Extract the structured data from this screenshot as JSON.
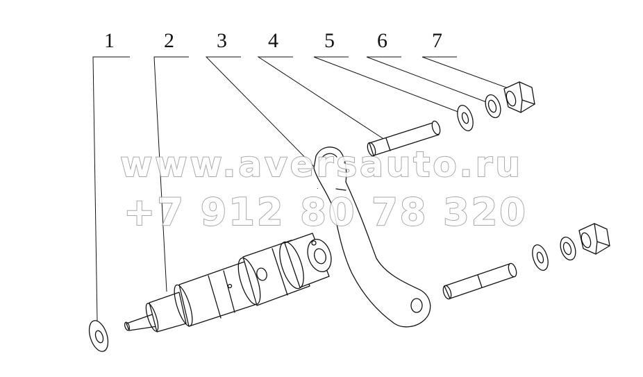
{
  "callouts": [
    "1",
    "2",
    "3",
    "4",
    "5",
    "6",
    "7"
  ],
  "watermark": {
    "line1": "www.aversauto.ru",
    "line2": "+7 912 80 78 320"
  }
}
